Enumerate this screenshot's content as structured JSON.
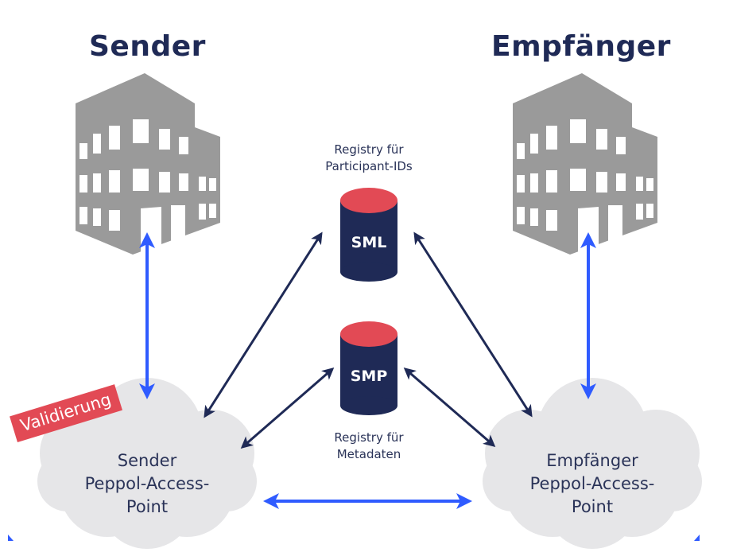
{
  "headings": {
    "sender": "Sender",
    "receiver": "Empfänger"
  },
  "registries": {
    "sml": {
      "name": "SML",
      "caption_line1": "Registry für",
      "caption_line2": "Participant-IDs"
    },
    "smp": {
      "name": "SMP",
      "caption_line1": "Registry für",
      "caption_line2": "Metadaten"
    }
  },
  "access_points": {
    "sender": {
      "line1": "Sender",
      "line2": "Peppol-Access-",
      "line3": "Point"
    },
    "receiver": {
      "line1": "Empfänger",
      "line2": "Peppol-Access-",
      "line3": "Point"
    }
  },
  "badge": {
    "text": "Validierung"
  },
  "icons": {
    "sender_building": "building-icon",
    "receiver_building": "building-icon",
    "sml_db": "database-icon",
    "smp_db": "database-icon",
    "cloud": "cloud-icon"
  },
  "colors": {
    "navy": "#1f2a56",
    "blue_arrow": "#2f5bff",
    "dark_arrow": "#1f2a56",
    "red": "#e24a55",
    "building_gray": "#9a9a9a",
    "cloud_gray": "#e6e6e8"
  }
}
